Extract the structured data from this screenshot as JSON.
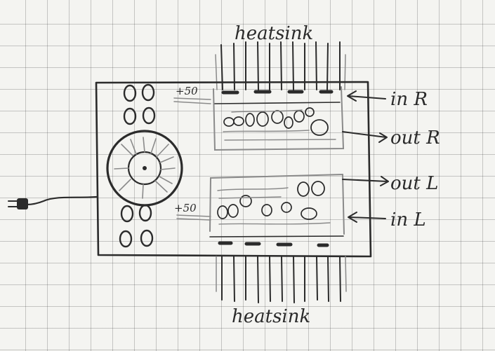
{
  "labels": {
    "heatsink_top": "heatsink",
    "heatsink_bottom": "heatsink",
    "in_r": "in R",
    "out_r": "out R",
    "out_l": "out L",
    "in_l": "in L",
    "plus50_top": "+50",
    "plus50_bottom": "+50"
  }
}
